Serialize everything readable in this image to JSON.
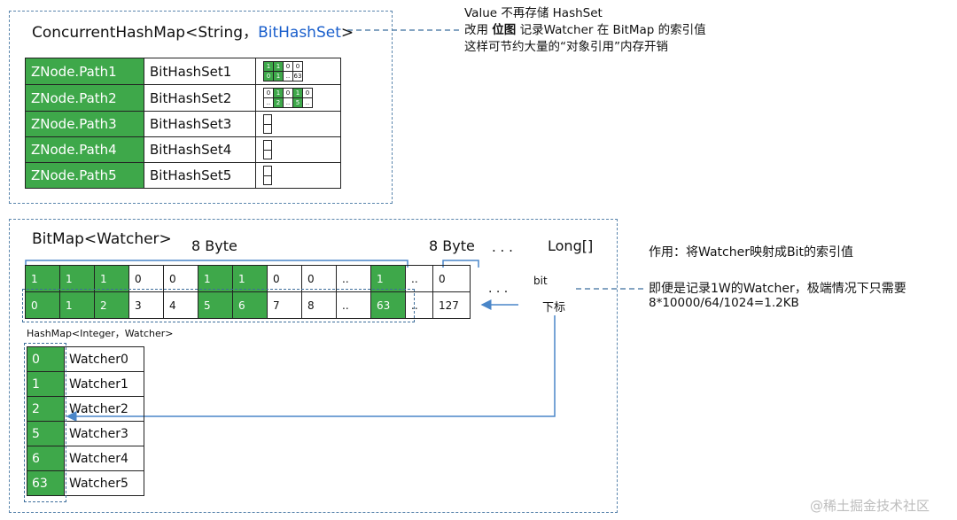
{
  "top": {
    "title_part1": "ConcurrentHashMap<String，",
    "title_part2": "BitHashSet",
    "title_part3": ">",
    "rows": [
      {
        "key": "ZNode.Path1",
        "value": "BitHashSet1"
      },
      {
        "key": "ZNode.Path2",
        "value": "BitHashSet2"
      },
      {
        "key": "ZNode.Path3",
        "value": "BitHashSet3"
      },
      {
        "key": "ZNode.Path4",
        "value": "BitHashSet4"
      },
      {
        "key": "ZNode.Path5",
        "value": "BitHashSet5"
      }
    ],
    "mini1": {
      "row1": [
        "1",
        "1",
        "0",
        "0"
      ],
      "row2": [
        "0",
        "1",
        "..",
        "63"
      ]
    },
    "mini2": {
      "row1": [
        "0",
        "1",
        "0",
        "1",
        "0"
      ],
      "row2": [
        "..",
        "2",
        "..",
        "5",
        ".."
      ]
    }
  },
  "note_top": {
    "line1": "Value 不再存储 HashSet",
    "line2_a": "改用 ",
    "line2_b": "位图",
    "line2_c": " 记录Watcher 在 BitMap 的索引值",
    "line3": "这样可节约大量的“对象引用”内存开销"
  },
  "bottom": {
    "title": "BitMap<Watcher>",
    "byte_label_1": "8 Byte",
    "byte_label_2": "8 Byte",
    "ellipsis": ". . .",
    "long_label": "Long[]",
    "bit_label": "bit",
    "index_label": "下标",
    "mid_ellipsis": ". . .",
    "bits_row": [
      "1",
      "1",
      "1",
      "0",
      "0",
      "1",
      "1",
      "0",
      "0",
      "..",
      "1",
      "..",
      "0"
    ],
    "index_row": [
      "0",
      "1",
      "2",
      "3",
      "4",
      "5",
      "6",
      "7",
      "8",
      "..",
      "63",
      "..",
      "127"
    ],
    "hashmap_title": "HashMap<Integer，Watcher>",
    "hashmap_rows": [
      {
        "key": "0",
        "value": "Watcher0"
      },
      {
        "key": "1",
        "value": "Watcher1"
      },
      {
        "key": "2",
        "value": "Watcher2"
      },
      {
        "key": "5",
        "value": "Watcher3"
      },
      {
        "key": "6",
        "value": "Watcher4"
      },
      {
        "key": "63",
        "value": "Watcher5"
      }
    ]
  },
  "note_bottom": {
    "line1": "作用：将Watcher映射成Bit的索引值",
    "line2": "即便是记录1W的Watcher，极端情况下只需要",
    "line3": "8*10000/64/1024=1.2KB"
  },
  "watermark": "@稀土掘金技术社区",
  "colors": {
    "green": "#3ea84a",
    "blue": "#1a5fcc",
    "dash": "#5b86ad"
  }
}
